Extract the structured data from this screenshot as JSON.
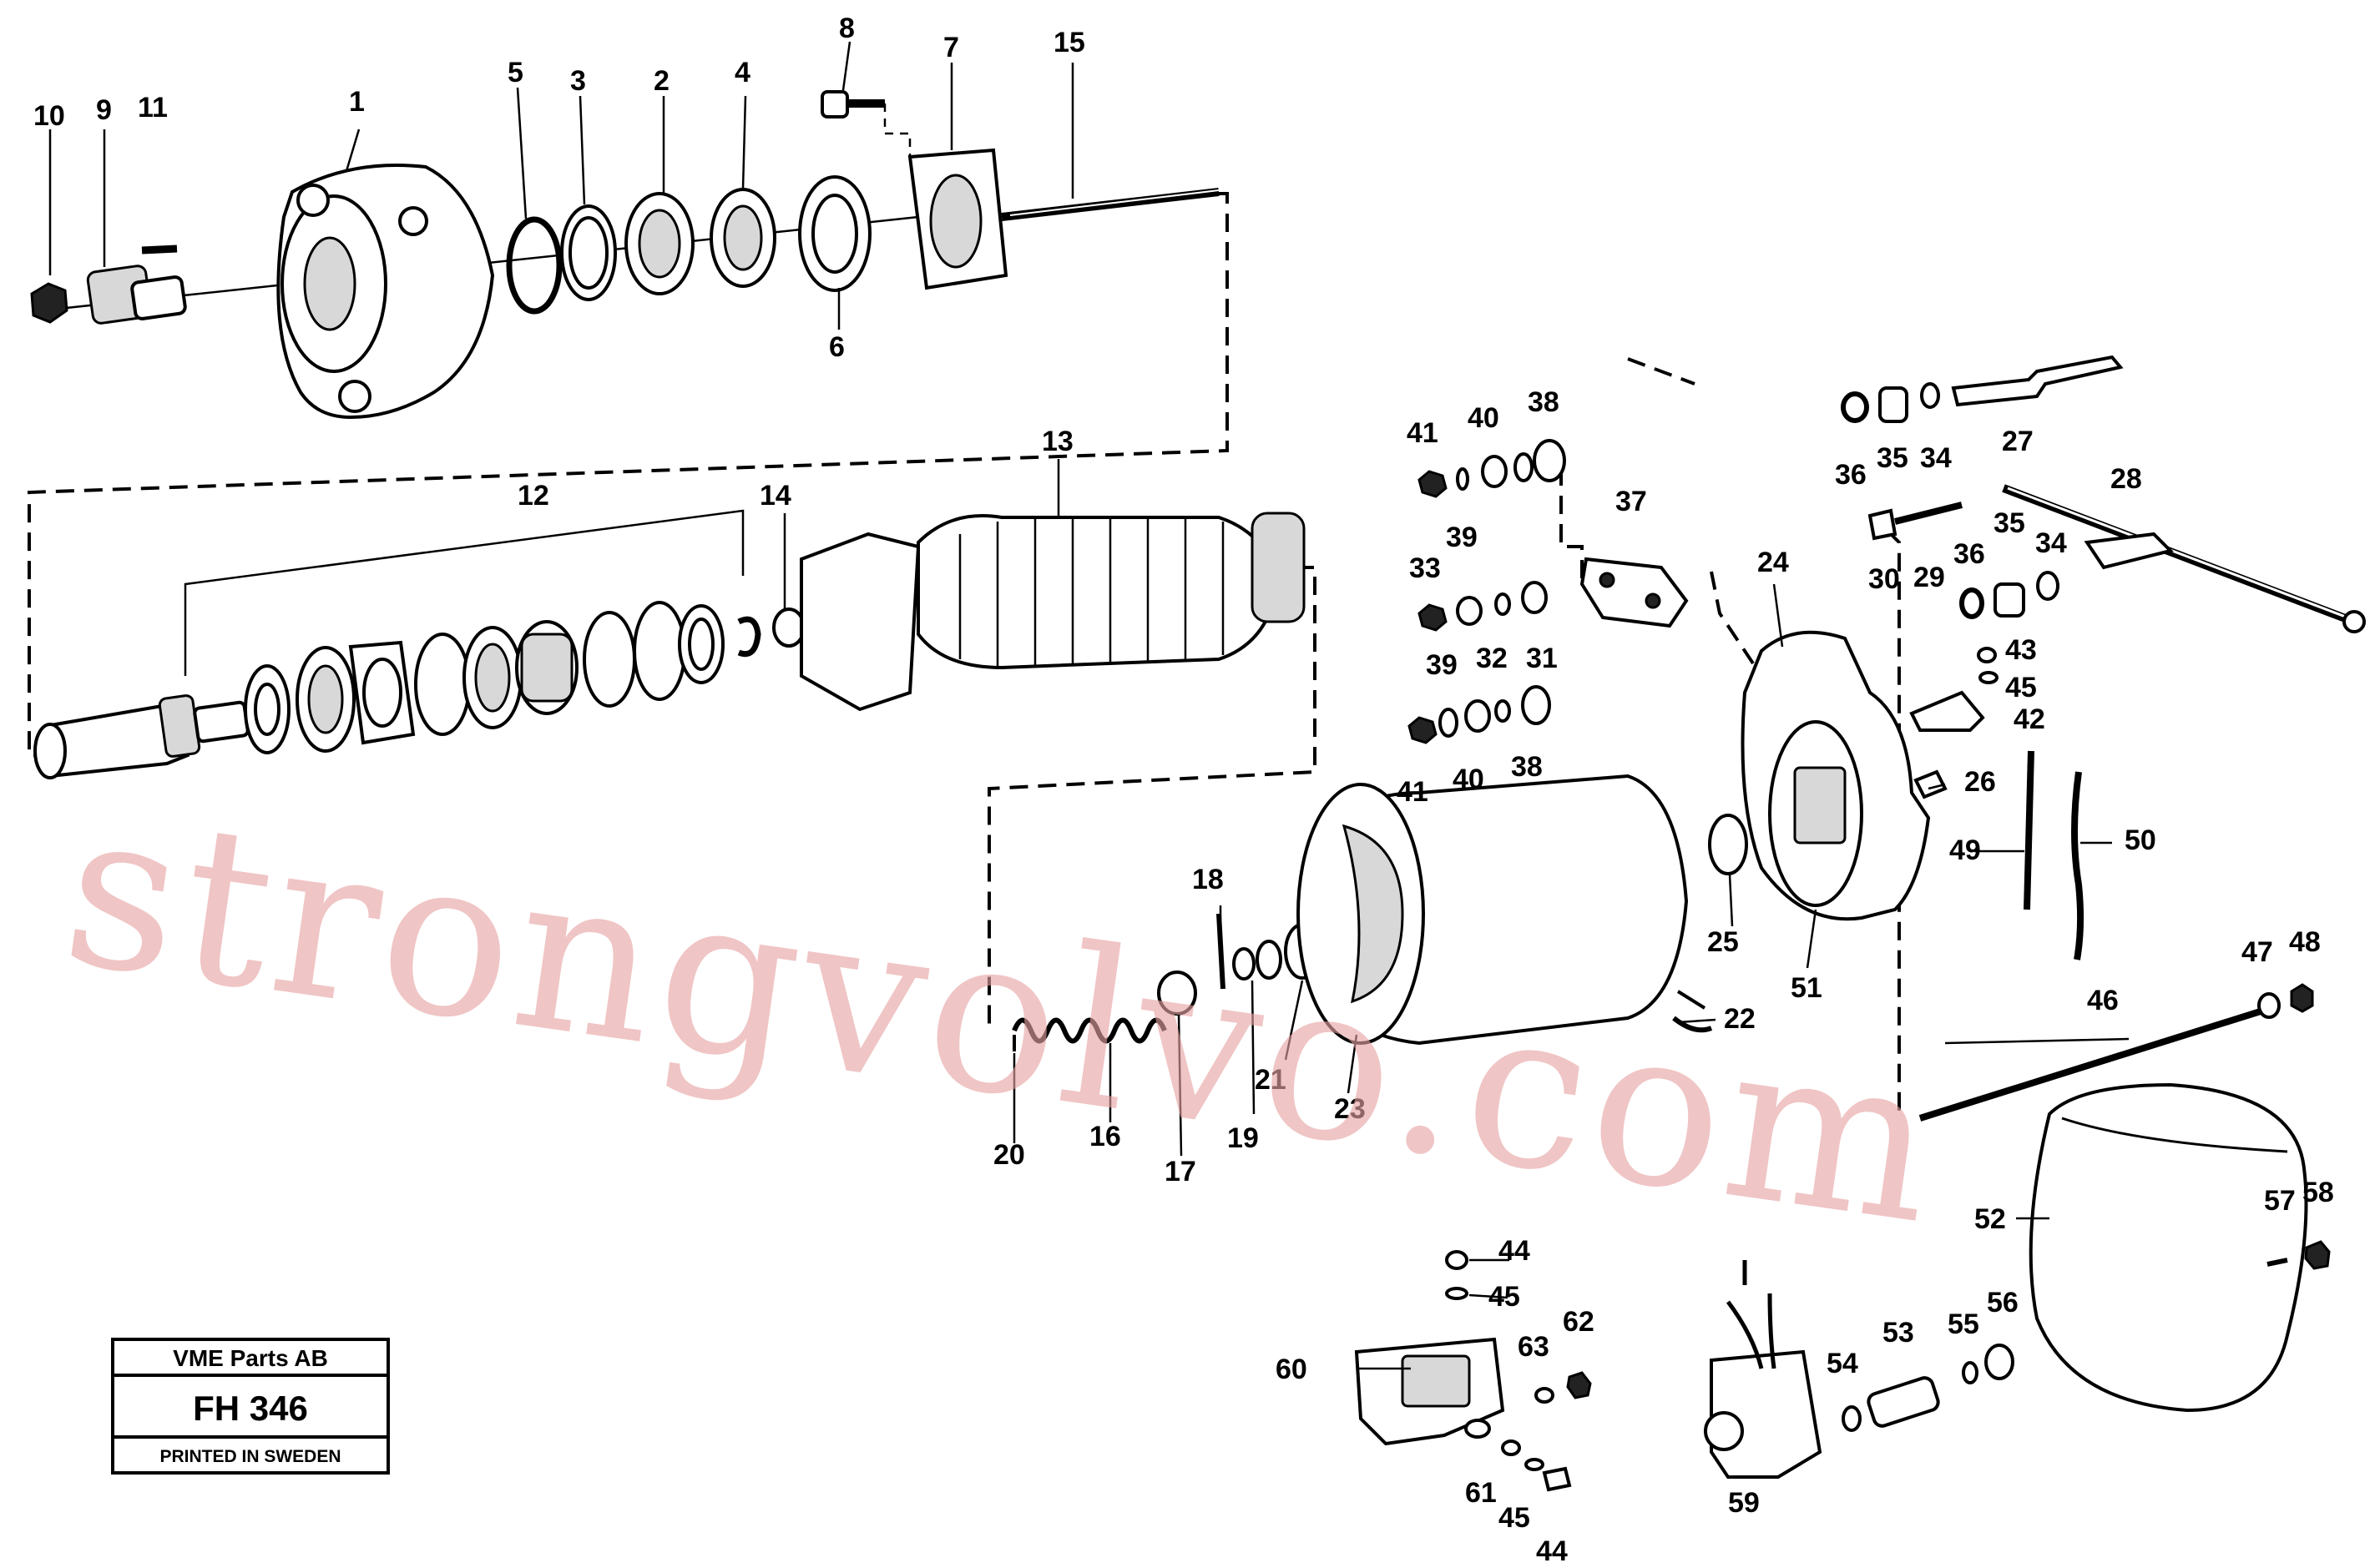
{
  "watermark": "strongvolvo.com",
  "title_block": {
    "company": "VME Parts AB",
    "code": "FH 346",
    "printed": "PRINTED IN SWEDEN"
  },
  "labels": {
    "p1": "1",
    "p2": "2",
    "p3": "3",
    "p4": "4",
    "p5": "5",
    "p6": "6",
    "p7": "7",
    "p8": "8",
    "p9": "9",
    "p10": "10",
    "p11": "11",
    "p12": "12",
    "p13": "13",
    "p14": "14",
    "p15": "15",
    "p16": "16",
    "p17": "17",
    "p18": "18",
    "p19": "19",
    "p20": "20",
    "p21": "21",
    "p22": "22",
    "p23": "23",
    "p24": "24",
    "p25": "25",
    "p26": "26",
    "p27": "27",
    "p28": "28",
    "p29": "29",
    "p30": "30",
    "p31": "31",
    "p32": "32",
    "p33": "33",
    "p34a": "34",
    "p34b": "34",
    "p35a": "35",
    "p35b": "35",
    "p36a": "36",
    "p36b": "36",
    "p37": "37",
    "p38a": "38",
    "p38b": "38",
    "p39a": "39",
    "p39b": "39",
    "p40a": "40",
    "p40b": "40",
    "p41a": "41",
    "p41b": "41",
    "p42": "42",
    "p43": "43",
    "p44a": "44",
    "p44b": "44",
    "p45a": "45",
    "p45b": "45",
    "p45c": "45",
    "p46": "46",
    "p47": "47",
    "p48": "48",
    "p49": "49",
    "p50": "50",
    "p51": "51",
    "p52": "52",
    "p53": "53",
    "p54": "54",
    "p55": "55",
    "p56": "56",
    "p57": "57",
    "p58": "58",
    "p59": "59",
    "p60": "60",
    "p61": "61",
    "p62": "62",
    "p63": "63"
  }
}
